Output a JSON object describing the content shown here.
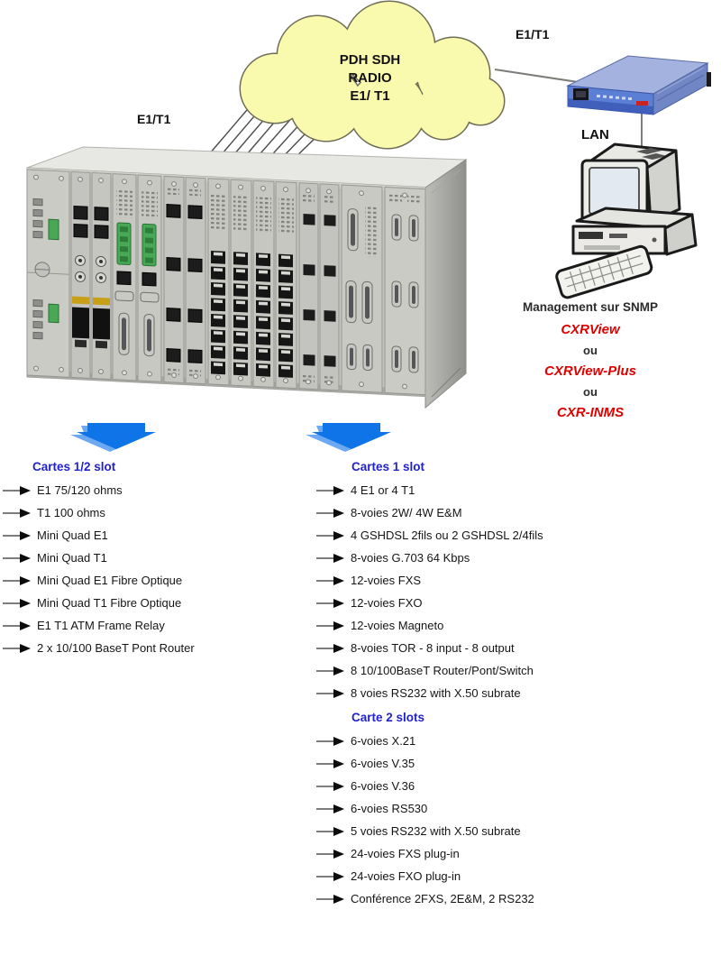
{
  "cloud": {
    "line1": "PDH SDH",
    "line2": "RADIO",
    "line3": "E1/ T1"
  },
  "labels": {
    "e1t1_cloud": "E1/T1",
    "e1t1_modem": "E1/T1",
    "lan": "LAN"
  },
  "management": {
    "title": "Management sur SNMP",
    "option1": "CXRView",
    "ou1": "ou",
    "option2": "CXRView-Plus",
    "ou2": "ou",
    "option3": "CXR-INMS"
  },
  "card_lists": {
    "half_slot": {
      "title": "Cartes 1/2 slot",
      "items": [
        "E1 75/120 ohms",
        "T1 100 ohms",
        "Mini Quad E1",
        "Mini Quad T1",
        "Mini Quad E1 Fibre Optique",
        "Mini Quad T1 Fibre Optique",
        "E1 T1 ATM Frame Relay",
        "2 x 10/100 BaseT Pont Router"
      ]
    },
    "one_slot": {
      "title": "Cartes 1 slot",
      "items": [
        "4 E1 or 4 T1",
        "8-voies 2W/ 4W E&M",
        "4 GSHDSL 2fils ou 2 GSHDSL 2/4fils",
        "8-voies G.703 64 Kbps",
        "12-voies FXS",
        "12-voies FXO",
        "12-voies Magneto",
        "8-voies TOR - 8 input - 8 output",
        "8 10/100BaseT Router/Pont/Switch",
        "8 voies RS232 with X.50 subrate"
      ]
    },
    "two_slot": {
      "title": "Carte 2 slots",
      "items": [
        "6-voies X.21",
        "6-voies V.35",
        "6-voies V.36",
        "6-voies RS530",
        "5 voies RS232 with X.50 subrate",
        "24-voies FXS plug-in",
        "24-voies FXO plug-in",
        "Conférence 2FXS, 2E&M, 2 RS232"
      ]
    }
  },
  "colors": {
    "header_blue": "#2222cc",
    "accent_red": "#e00000",
    "arrow_blue": "#0e74e8",
    "arrow_highlight": "#6ca9f2",
    "cloud_yellow": "#fafaae",
    "cloud_border": "#6e6e58"
  }
}
